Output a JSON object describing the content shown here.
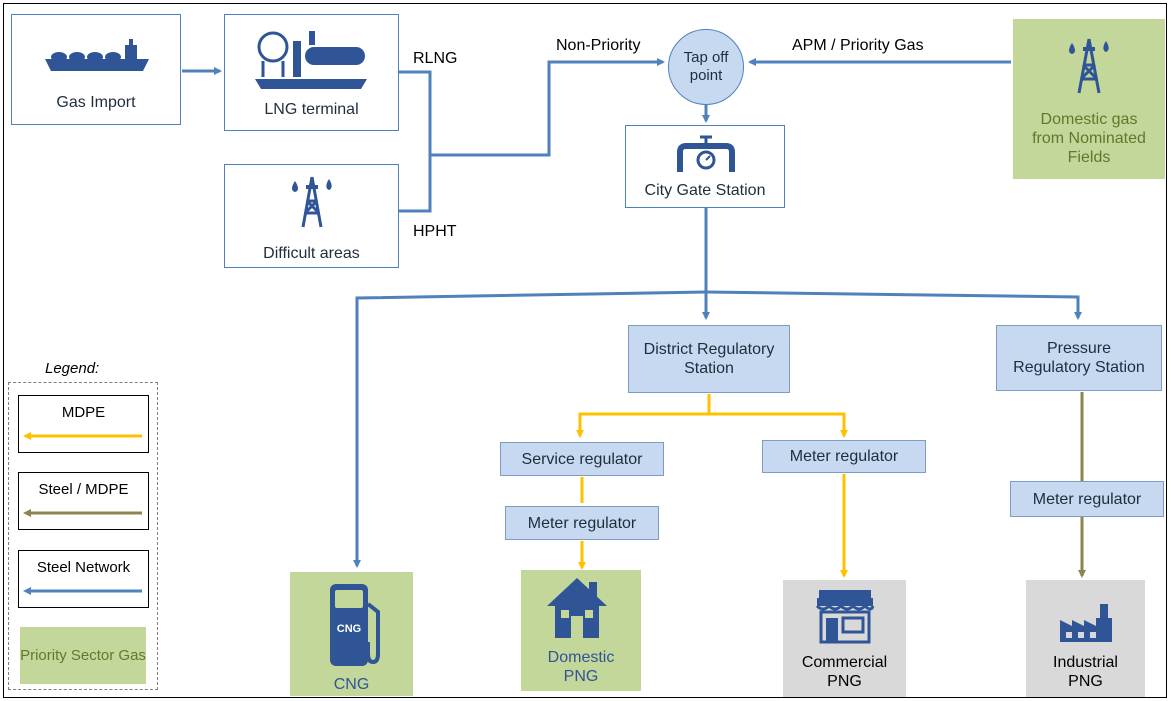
{
  "nodes": {
    "gas_import": "Gas Import",
    "lng_terminal": "LNG terminal",
    "difficult_areas": "Difficult areas",
    "tap_off": "Tap off point",
    "domestic_gas": "Domestic gas from Nominated Fields",
    "city_gate": "City Gate Station",
    "district_reg": "District Regulatory Station",
    "pressure_reg": "Pressure Regulatory Station",
    "service_reg": "Service regulator",
    "meter_reg_domestic": "Meter regulator",
    "meter_reg_commercial": "Meter regulator",
    "meter_reg_industrial": "Meter regulator",
    "cng": "CNG",
    "domestic_png": "Domestic PNG",
    "commercial_png": "Commercial PNG",
    "industrial_png": "Industrial PNG"
  },
  "edge_labels": {
    "rlng": "RLNG",
    "hpht": "HPHT",
    "non_priority": "Non-Priority",
    "apm_priority": "APM / Priority Gas"
  },
  "icon_text": {
    "cng_pump": "CNG"
  },
  "legend": {
    "title": "Legend:",
    "mdpe": "MDPE",
    "steel_mdpe": "Steel / MDPE",
    "steel_network": "Steel Network",
    "priority": "Priority Sector Gas"
  },
  "colors": {
    "steel": "#4f81bd",
    "mdpe": "#ffc000",
    "steel_mdpe": "#8c8552",
    "priority_fill": "#c4d79b",
    "station_fill": "#c6d9f1",
    "grey_fill": "#d9d9d9"
  }
}
